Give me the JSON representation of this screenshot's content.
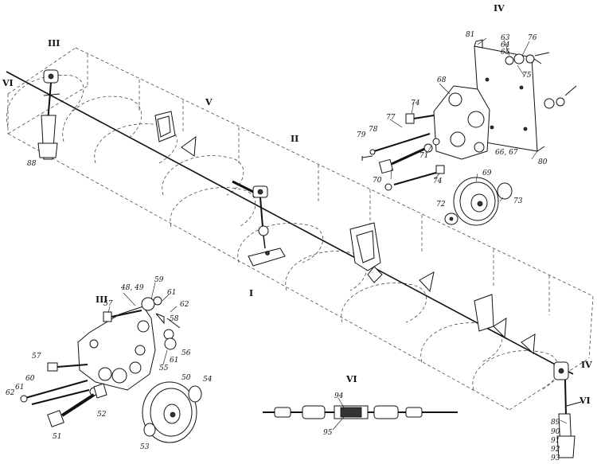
{
  "diagram": {
    "roman_labels": {
      "I": "I",
      "II": "II",
      "III_top": "III",
      "III_detail": "III",
      "IV_detail": "IV",
      "IV_right": "IV",
      "V": "V",
      "VI_left": "VI",
      "VI_right": "VI",
      "VI_detail": "VI"
    },
    "part_numbers": {
      "p88": "88",
      "p81": "81",
      "p63": "63",
      "p64": "64",
      "p65": "65",
      "p76": "76",
      "p75": "75",
      "p68": "68",
      "p77": "77",
      "p74a": "74",
      "p78": "78",
      "p79": "79",
      "p71": "71",
      "p70": "70",
      "p74b": "74",
      "p66_67": "66, 67",
      "p80": "80",
      "p69": "69",
      "p72": "72",
      "p73": "73",
      "p48_49": "48, 49",
      "p59": "59",
      "p57a": "57",
      "p61a": "61",
      "p62a": "62",
      "p58": "58",
      "p57b": "57",
      "p55": "55",
      "p61b": "61",
      "p56": "56",
      "p60": "60",
      "p62b": "62",
      "p61c": "61",
      "p52": "52",
      "p50": "50",
      "p54": "54",
      "p51": "51",
      "p53": "53",
      "p94": "94",
      "p95": "95",
      "p89": "89",
      "p90": "90",
      "p91": "91",
      "p92": "92",
      "p93": "93"
    }
  }
}
